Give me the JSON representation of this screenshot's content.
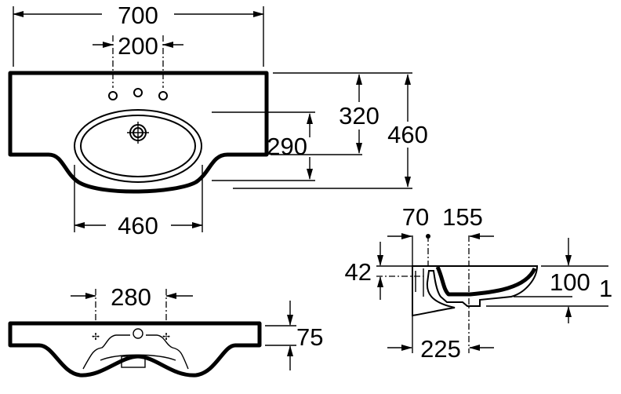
{
  "drawing": {
    "top_view": {
      "width_overall": "700",
      "tap_hole_spacing": "200",
      "bowl_width": "460",
      "bowl_center_depth": "320",
      "bowl_depth": "290",
      "depth_overall": "460"
    },
    "front_view": {
      "hole_spacing": "280",
      "rim_height": "75"
    },
    "side_view": {
      "wall_to_tap": "70",
      "tap_to_drain": "155",
      "tap_offset": "42",
      "bowl_height": "100",
      "cut_label": "1",
      "wall_to_drain": "225"
    }
  }
}
